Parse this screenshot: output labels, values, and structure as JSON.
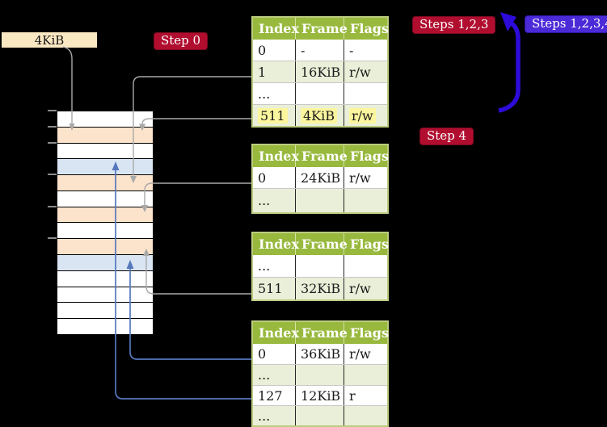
{
  "colors": {
    "white": "#ffffff",
    "peach": "#fce3cb",
    "blue": "#d9e5f3",
    "table_header_green": "#98b93e",
    "table_border_green": "#bccc7f",
    "table_row_green": "#e9efd8",
    "highlight_yellow": "#fbf59e",
    "badge_red": "#b00d2f",
    "badge_red_border": "#7d0a22",
    "badge_blue": "#4b2ad8",
    "badge_blue_border": "#2c14a0",
    "big_arrow_blue": "#2d0bd9",
    "connector_blue": "#5577bb",
    "connector_gray": "#a9a9a9",
    "label_wheat": "#f9e8c2"
  },
  "frame_label": {
    "text": "4KiB"
  },
  "badges": {
    "step0": {
      "label": "Step 0",
      "style": "red"
    },
    "steps123": {
      "label": "Steps 1,2,3",
      "style": "red"
    },
    "steps1234": {
      "label": "Steps 1,2,3,4",
      "style": "blue"
    },
    "step4": {
      "label": "Step 4",
      "style": "red"
    }
  },
  "memory_strip": {
    "row_colors": [
      "white",
      "peach",
      "white",
      "blue",
      "peach",
      "white",
      "peach",
      "white",
      "peach",
      "blue",
      "white",
      "white",
      "white",
      "white"
    ]
  },
  "page_tables": [
    {
      "id": "page-table-1",
      "columns": [
        "Index",
        "Frame",
        "Flags"
      ],
      "rows": [
        {
          "index": "0",
          "frame": "-",
          "flags": "-",
          "shaded": false,
          "highlight": false
        },
        {
          "index": "1",
          "frame": "16KiB",
          "flags": "r/w",
          "shaded": true,
          "highlight": false
        },
        {
          "index": "...",
          "frame": "",
          "flags": "",
          "shaded": false,
          "highlight": false
        },
        {
          "index": "511",
          "frame": "4KiB",
          "flags": "r/w",
          "shaded": true,
          "highlight": true
        }
      ]
    },
    {
      "id": "page-table-2",
      "columns": [
        "Index",
        "Frame",
        "Flags"
      ],
      "rows": [
        {
          "index": "0",
          "frame": "24KiB",
          "flags": "r/w",
          "shaded": false,
          "highlight": false
        },
        {
          "index": "...",
          "frame": "",
          "flags": "",
          "shaded": true,
          "highlight": false
        }
      ]
    },
    {
      "id": "page-table-3",
      "columns": [
        "Index",
        "Frame",
        "Flags"
      ],
      "rows": [
        {
          "index": "...",
          "frame": "",
          "flags": "",
          "shaded": false,
          "highlight": false
        },
        {
          "index": "511",
          "frame": "32KiB",
          "flags": "r/w",
          "shaded": true,
          "highlight": false
        }
      ]
    },
    {
      "id": "page-table-4",
      "columns": [
        "Index",
        "Frame",
        "Flags"
      ],
      "rows": [
        {
          "index": "0",
          "frame": "36KiB",
          "flags": "r/w",
          "shaded": false,
          "highlight": false
        },
        {
          "index": "...",
          "frame": "",
          "flags": "",
          "shaded": true,
          "highlight": false
        },
        {
          "index": "127",
          "frame": "12KiB",
          "flags": "r",
          "shaded": false,
          "highlight": false
        },
        {
          "index": "...",
          "frame": "",
          "flags": "",
          "shaded": true,
          "highlight": false
        }
      ]
    }
  ]
}
